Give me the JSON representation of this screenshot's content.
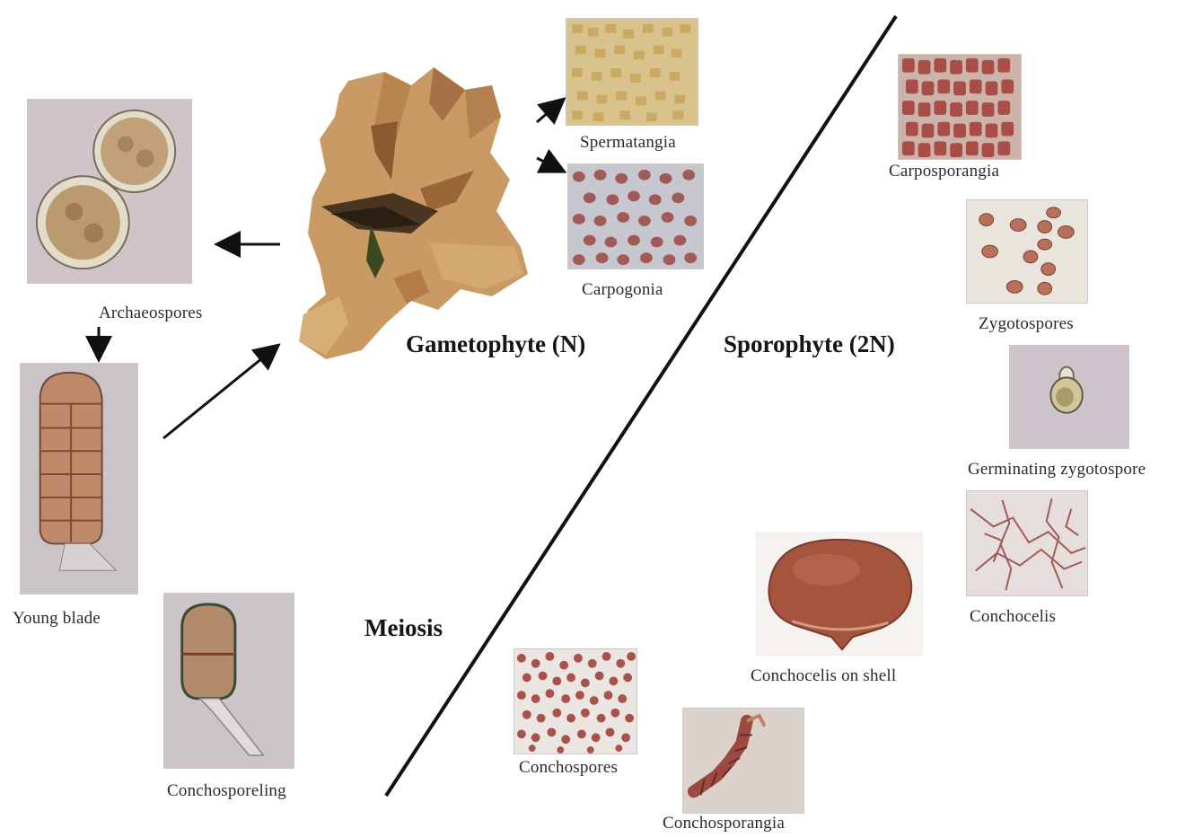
{
  "headings": {
    "gametophyte": "Gametophyte (N)",
    "sporophyte": "Sporophyte (2N)",
    "meiosis": "Meiosis"
  },
  "stages": {
    "spermatangia": "Spermatangia",
    "carpogonia": "Carpogonia",
    "archaeospores": "Archaeospores",
    "young_blade": "Young blade",
    "conchosporeling": "Conchosporeling",
    "carposporangia": "Carposporangia",
    "zygotospores": "Zygotospores",
    "germinating_zygotospore": "Germinating zygotospore",
    "conchocelis": "Conchocelis",
    "conchocelis_on_shell": "Conchocelis on shell",
    "conchospores": "Conchospores",
    "conchosporangia": "Conchosporangia"
  },
  "colors": {
    "arrow": "#111111",
    "divider": "#111111",
    "blade_tan": "#c89a62",
    "blade_dark": "#3a2a1a",
    "cell_red": "#a34e48",
    "micro_bg": "#d9d2d6"
  }
}
